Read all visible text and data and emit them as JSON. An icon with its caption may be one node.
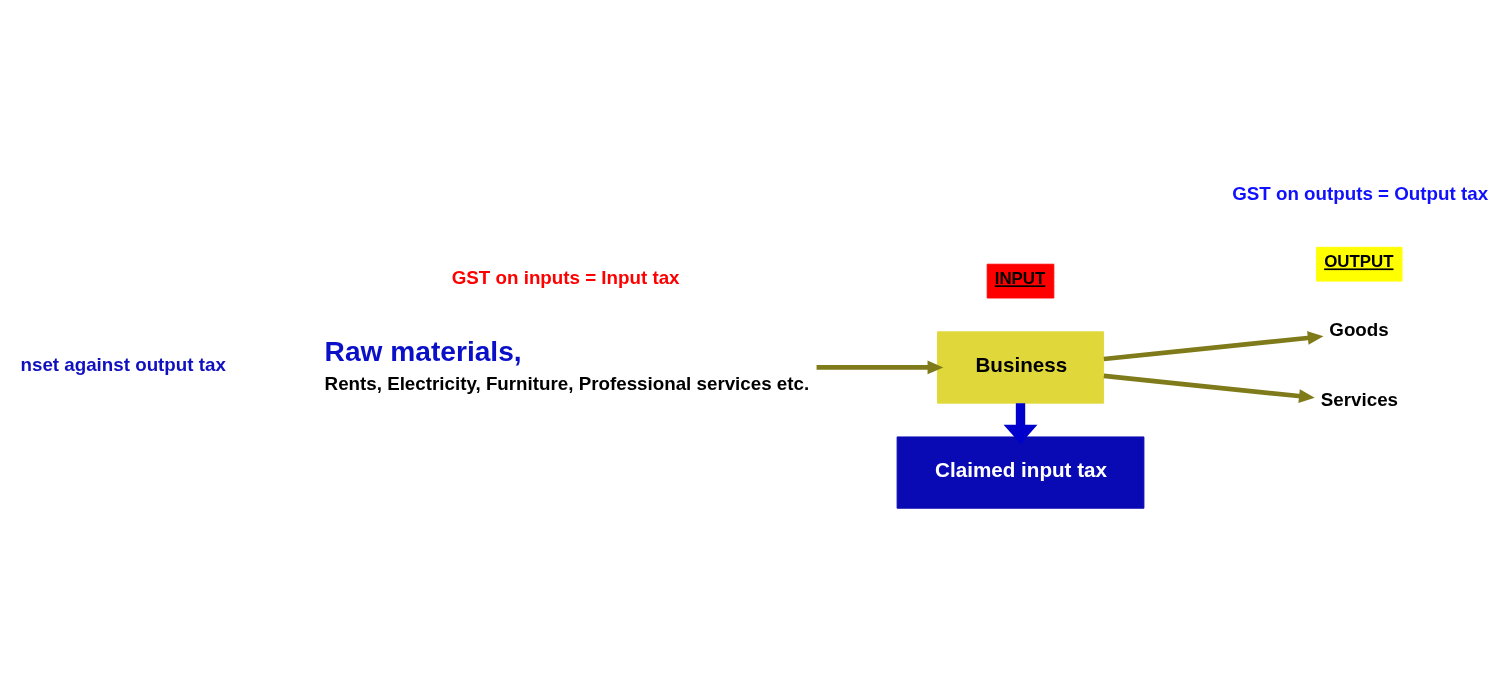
{
  "diagram": {
    "nodes": [
      {
        "text": [
          "Raw materials,",
          "Rents, Electricity, Furniture, Professional services etc."
        ]
      },
      {
        "text": [
          "Business"
        ]
      },
      {
        "text": [
          "Goods"
        ]
      },
      {
        "text": [
          "Services"
        ]
      },
      {
        "text": [
          "Claimed input tax"
        ]
      }
    ],
    "edges": [
      {
        "from": 0,
        "to": 1,
        "arrow": "to"
      },
      {
        "from": 1,
        "to": 2,
        "arrow": "to"
      },
      {
        "from": 1,
        "to": 3,
        "arrow": "to"
      },
      {
        "from": 1,
        "to": 4,
        "arrow": "to",
        "style": "thick",
        "color": "#0000cc"
      }
    ],
    "labels": [
      "nset against output tax",
      "INPUT",
      "OUTPUT",
      "GST on inputs = Input tax",
      "GST on outputs = Output tax"
    ]
  }
}
